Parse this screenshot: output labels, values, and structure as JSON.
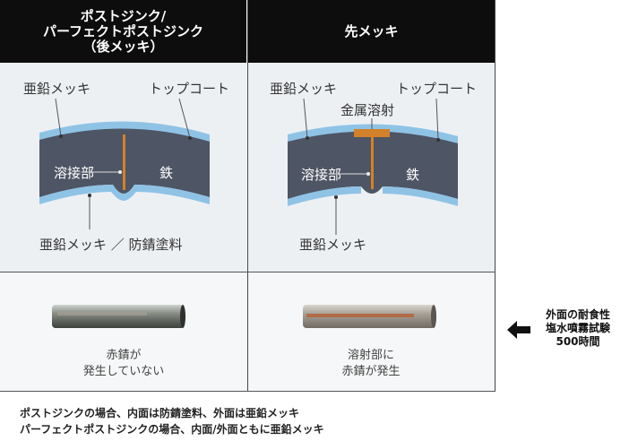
{
  "left_column": {
    "header_line1": "ポストジンク/",
    "header_line2": "パーフェクトポストジンク",
    "header_line3": "（後メッキ）",
    "label_zinc_top": "亜鉛メッキ",
    "label_topcoat": "トップコート",
    "label_weld": "溶接部",
    "label_iron": "鉄",
    "label_inner": "亜鉛メッキ ／ 防錆塗料",
    "caption_line1": "赤錆が",
    "caption_line2": "発生していない"
  },
  "right_column": {
    "header": "先メッキ",
    "label_zinc_top": "亜鉛メッキ",
    "label_topcoat": "トップコート",
    "label_metal_spray": "金属溶射",
    "label_weld": "溶接部",
    "label_iron": "鉄",
    "label_inner": "亜鉛メッキ",
    "caption_line1": "溶射部に",
    "caption_line2": "赤錆が発生"
  },
  "side_note": {
    "line1": "外面の耐食性",
    "line2": "塩水噴霧試験",
    "line3": "500時間",
    "arrow_icon": "left-arrow-icon"
  },
  "footnotes": {
    "line1": "ポストジンクの場合、内面は防錆塗料、外面は亜鉛メッキ",
    "line2": "パーフェクトポストジンクの場合、内面/外面ともに亜鉛メッキ"
  },
  "colors": {
    "header_bg": "#0d0d0d",
    "panel_bg": "#edf0f3",
    "steel": "#4e5564",
    "zinc_coat": "#8fc3e6",
    "weld_line": "#d3812a",
    "rust": "#b4643a"
  }
}
